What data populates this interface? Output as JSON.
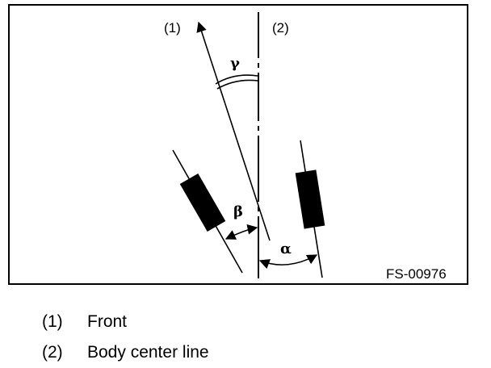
{
  "diagram": {
    "label_1": "(1)",
    "label_2": "(2)",
    "angle_gamma": "γ",
    "angle_beta": "β",
    "angle_alpha": "α",
    "figure_code": "FS-00976"
  },
  "legend": [
    {
      "num": "(1)",
      "text": "Front"
    },
    {
      "num": "(2)",
      "text": "Body center line"
    }
  ]
}
